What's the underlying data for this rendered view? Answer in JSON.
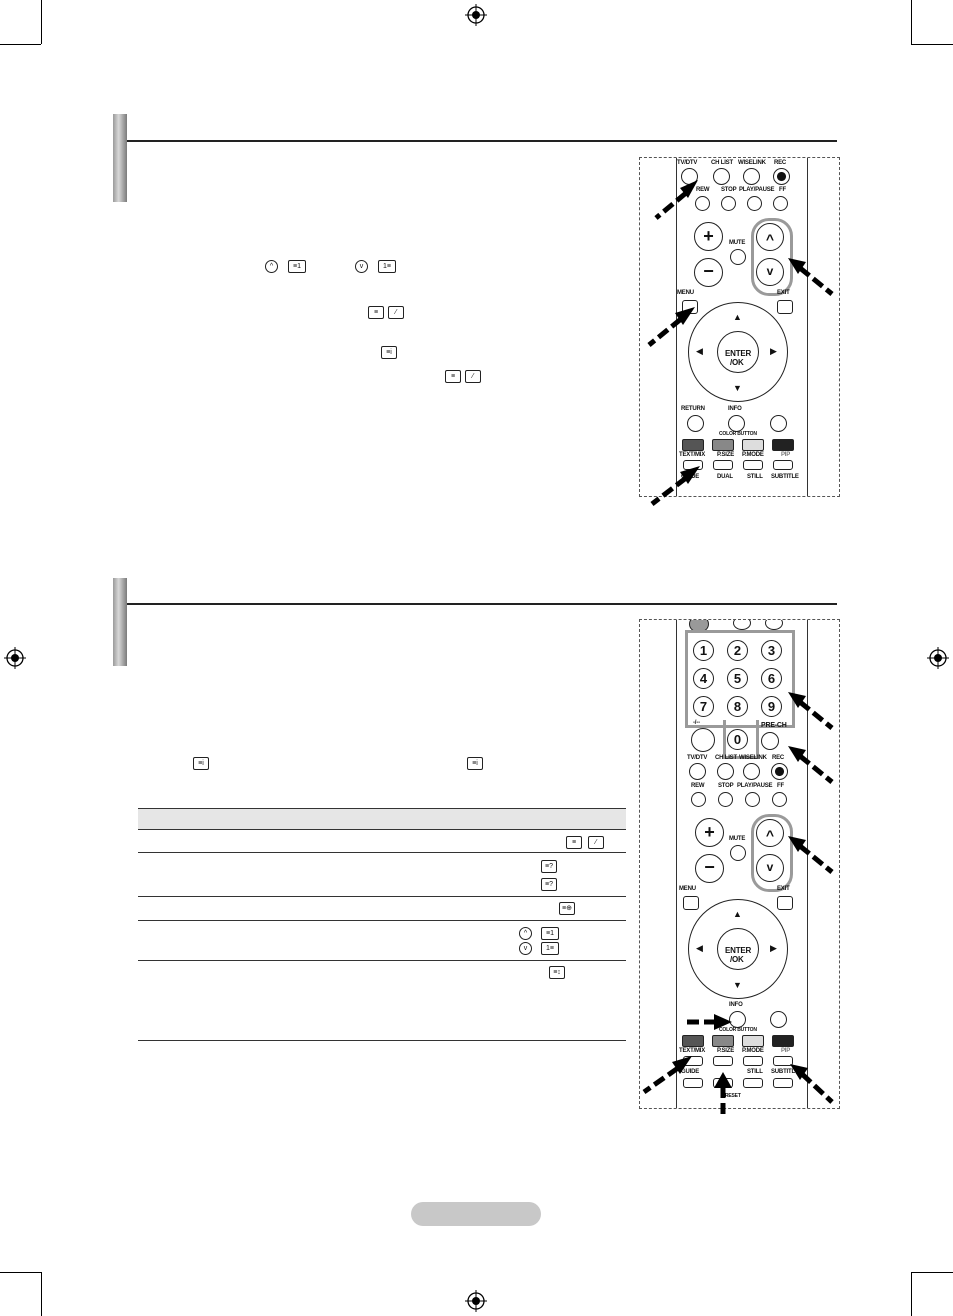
{
  "remote_top": {
    "labels": {
      "tv_dtv": "TV/DTV",
      "ch_list": "CH LIST",
      "wiselink": "WISELINK",
      "rec": "REC",
      "rew": "REW",
      "stop": "STOP",
      "play_pause": "PLAY/PAUSE",
      "ff": "FF",
      "mute": "MUTE",
      "menu": "MENU",
      "exit": "EXIT",
      "enter": "ENTER",
      "ok": "/OK",
      "return": "RETURN",
      "info": "INFO",
      "color_button": "COLOR BUTTON",
      "text_mix": "TEXT/MIX",
      "p_size": "P.SIZE",
      "p_mode": "P.MODE",
      "pip": "PIP",
      "guide": "GUIDE",
      "dual": "DUAL",
      "still": "STILL",
      "subtitle": "SUBTITLE",
      "plus": "+",
      "minus": "−"
    }
  },
  "remote_bottom": {
    "labels": {
      "pre_ch": "PRE-CH",
      "dash": "-/--",
      "tv_dtv": "TV/DTV",
      "ch_list": "CH LIST",
      "wiselink": "WISELINK",
      "rec": "REC",
      "rew": "REW",
      "stop": "STOP",
      "play_pause": "PLAY/PAUSE",
      "ff": "FF",
      "mute": "MUTE",
      "menu": "MENU",
      "exit": "EXIT",
      "enter": "ENTER",
      "ok": "/OK",
      "info": "INFO",
      "color_button": "COLOR BUTTON",
      "text_mix": "TEXT/MIX",
      "p_size": "P.SIZE",
      "p_mode": "P.MODE",
      "pip": "PIP",
      "guide": "GUIDE",
      "still": "STILL",
      "subtitle": "SUBTITL",
      "reset": "RESET",
      "plus": "+",
      "minus": "−"
    },
    "numbers": [
      "1",
      "2",
      "3",
      "4",
      "5",
      "6",
      "7",
      "8",
      "9",
      "0"
    ]
  },
  "colors": {
    "pill": "#c8c8c8",
    "accent_gray": "#9a9a9a",
    "red_btn": "#555555"
  }
}
